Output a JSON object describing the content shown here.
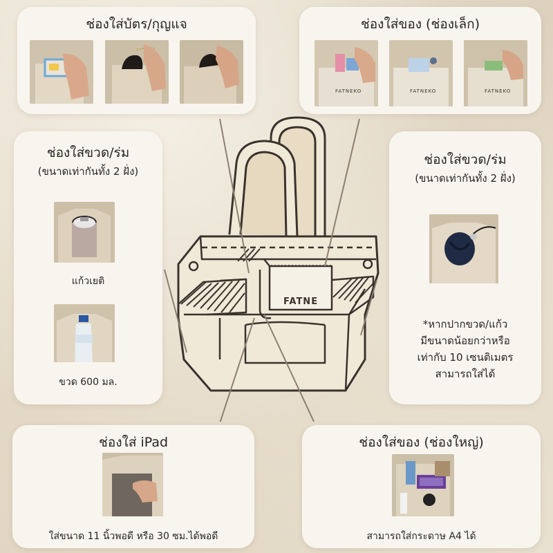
{
  "cards": {
    "card_key": {
      "title": "ช่องใส่บัตร/กุญแจ"
    },
    "small_items": {
      "title": "ช่องใส่ของ (ช่องเล็ก)",
      "brand_text": "FATNEKO"
    },
    "bottle_left": {
      "title": "ช่องใส่ขวด/ร่ม",
      "subtitle": "(ขนาดเท่ากันทั้ง 2 ฝั่ง)",
      "caption_1": "แก้วเยติ",
      "caption_2": "ขวด 600 มล."
    },
    "bottle_right": {
      "title": "ช่องใส่ขวด/ร่ม",
      "subtitle": "(ขนาดเท่ากันทั้ง 2 ฝั่ง)",
      "note_lines": [
        "*หากปากขวด/แก้ว",
        "มีขนาดน้อยกว่าหรือ",
        "เท่ากับ 10 เซนติเมตร",
        "สามารถใส่ได้"
      ]
    },
    "ipad": {
      "title": "ช่องใส่ iPad",
      "caption": "ใส่ขนาด 11 นิ้วพอดี หรือ 30 ซม.ได้พอดี"
    },
    "large_items": {
      "title": "ช่องใส่ของ (ช่องใหญ่)",
      "caption": "สามารถใส่กระดาษ A4 ได้"
    }
  },
  "diagram": {
    "brand_text": "FATNE"
  },
  "colors": {
    "card_bg": "#f8f5ef",
    "bag_fill": "#f1e9d8",
    "outline": "#3a322c",
    "arrow": "#8c7f72",
    "canvas_photo": "#d8cdb9"
  },
  "icons": [
    "hand-icon",
    "key-tag-icon",
    "tumbler-icon",
    "water-bottle-icon",
    "umbrella-icon",
    "tablet-icon"
  ]
}
